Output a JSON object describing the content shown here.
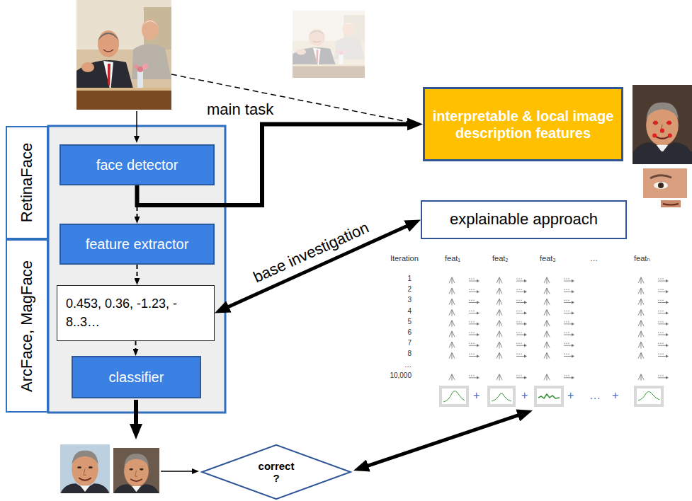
{
  "diagram": {
    "nodes": [
      {
        "text": [
          "interpretable & local image description features"
        ]
      },
      {
        "text": [
          "RetinaFace"
        ]
      },
      {
        "text": [
          "face detector"
        ]
      },
      {
        "text": [
          "explainable approach"
        ]
      },
      {
        "text": [
          "feature extractor"
        ]
      },
      {
        "text": [
          "ArcFace, MagFace"
        ]
      },
      {
        "text": [
          "0.453, 0.36, -1.23, - 8..3…"
        ]
      },
      {
        "text": [
          "classifier"
        ]
      },
      {
        "text": [
          "correct ?"
        ]
      }
    ],
    "edges": [
      {
        "from": 2,
        "to": 0,
        "arrow": "to",
        "label": "main task"
      },
      {
        "from": 2,
        "to": 4,
        "arrow": "to"
      },
      {
        "from": 4,
        "to": 6,
        "arrow": "to"
      },
      {
        "from": 6,
        "to": 3,
        "arrow": "both",
        "label": "base investigation"
      },
      {
        "from": 6,
        "to": 7,
        "arrow": "to"
      }
    ],
    "labels": [
      "Iteration",
      "feat₁",
      "feat₂",
      "feat₃",
      "…",
      "featₙ",
      "1",
      "2",
      "3",
      "4",
      "5",
      "6",
      "7",
      "8",
      "…",
      "10,000",
      "+",
      "+",
      "+",
      "…",
      "+"
    ]
  }
}
